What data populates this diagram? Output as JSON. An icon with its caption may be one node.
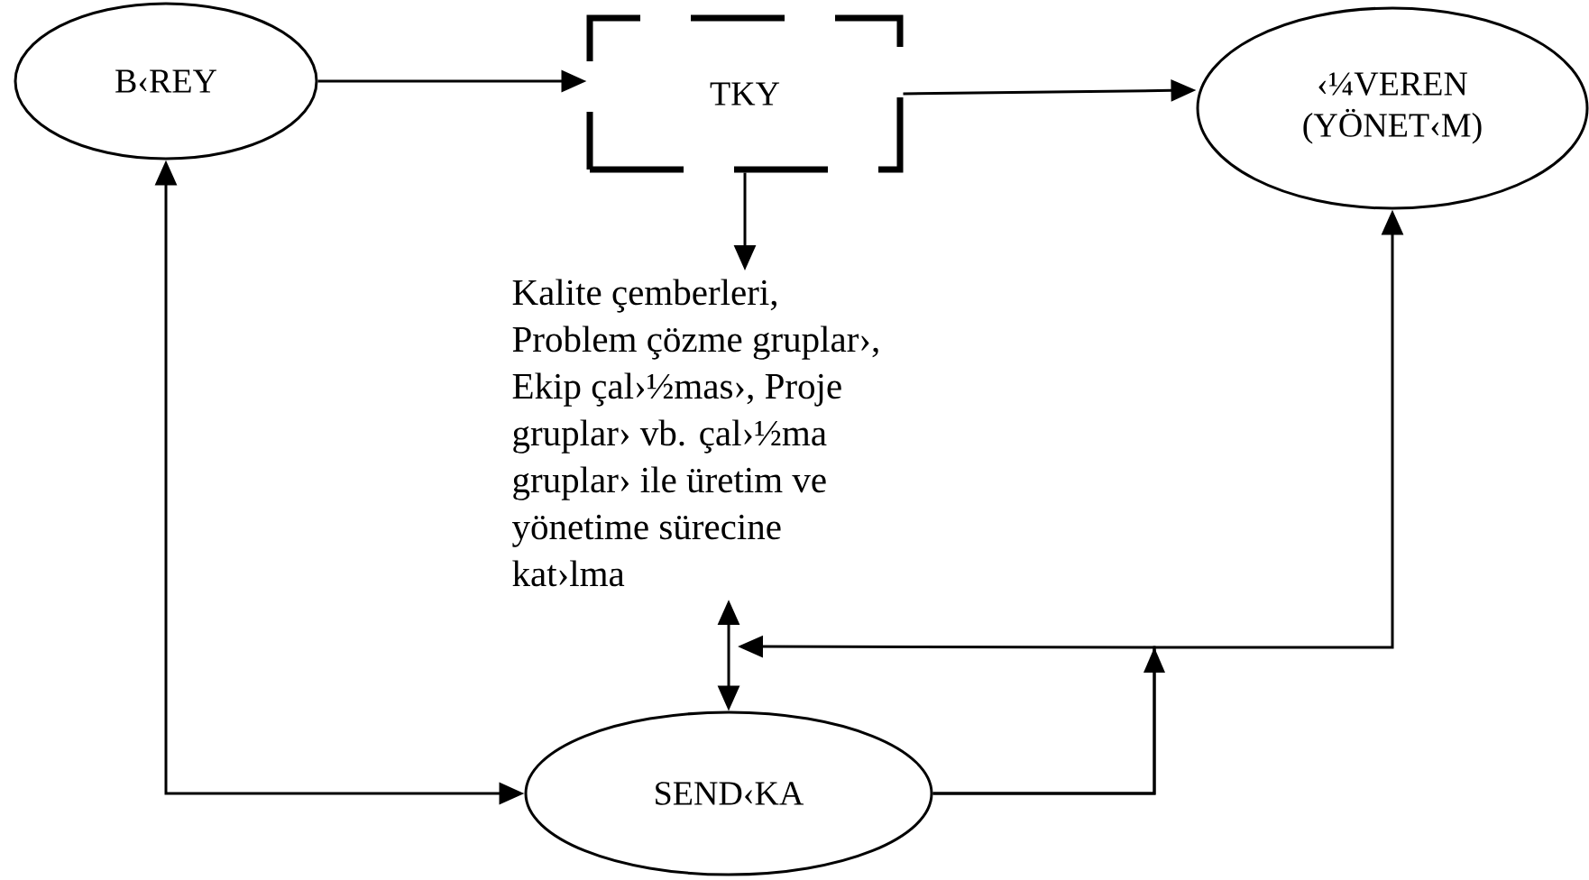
{
  "diagram": {
    "nodes": [
      {
        "text": [
          "B‹REY"
        ]
      },
      {
        "text": [
          "TKY"
        ]
      },
      {
        "text": [
          "‹¼VEREN (YÖNET‹M)"
        ]
      },
      {
        "text": [
          "Kalite çemberleri, Problem çözme gruplar›, Ekip çal›½mas›, Proje gruplar› vb. çal›½ma gruplar› ile üretim ve yönetime sürecine kat›lma"
        ]
      },
      {
        "text": [
          "SEND‹KA"
        ]
      }
    ],
    "edges": [
      {
        "from": 0,
        "to": 1,
        "arrow": "to"
      },
      {
        "from": 1,
        "to": 2,
        "arrow": "to"
      },
      {
        "from": 1,
        "to": 3,
        "arrow": "to"
      },
      {
        "from": 4,
        "to": 0,
        "arrow": "both"
      },
      {
        "from": 3,
        "to": 4,
        "arrow": "both"
      },
      {
        "from": 4,
        "to": 3,
        "arrow": "to"
      },
      {
        "from": 4,
        "to": 2,
        "arrow": "to"
      }
    ]
  }
}
